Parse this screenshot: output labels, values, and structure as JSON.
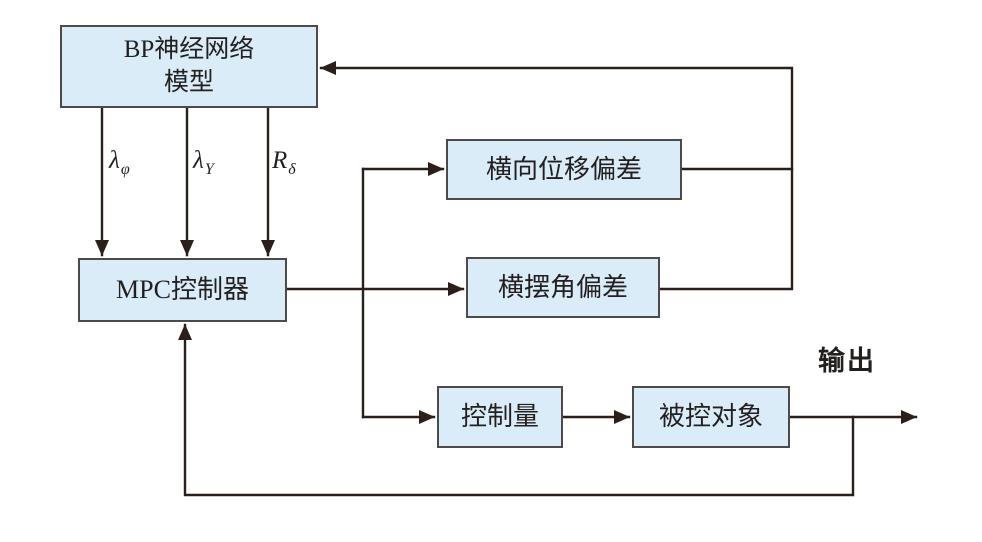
{
  "colors": {
    "box_fill": "#daecf8",
    "box_border": "#4e4a49",
    "line": "#2b1f1b",
    "text": "#231f1e",
    "background": "#ffffff"
  },
  "nodes": {
    "bp_model": {
      "line1": "BP神经网络",
      "line2": "模型"
    },
    "mpc": {
      "label": "MPC控制器"
    },
    "lateral_deviation": {
      "label": "横向位移偏差"
    },
    "yaw_deviation": {
      "label": "横摆角偏差"
    },
    "control_quantity": {
      "label": "控制量"
    },
    "plant": {
      "label": "被控对象"
    }
  },
  "signals": {
    "lambda_phi": {
      "base": "λ",
      "sub": "φ"
    },
    "lambda_y": {
      "base": "λ",
      "sub": "Y"
    },
    "r_delta": {
      "base": "R",
      "sub": "δ"
    }
  },
  "annotations": {
    "output": "输出"
  }
}
